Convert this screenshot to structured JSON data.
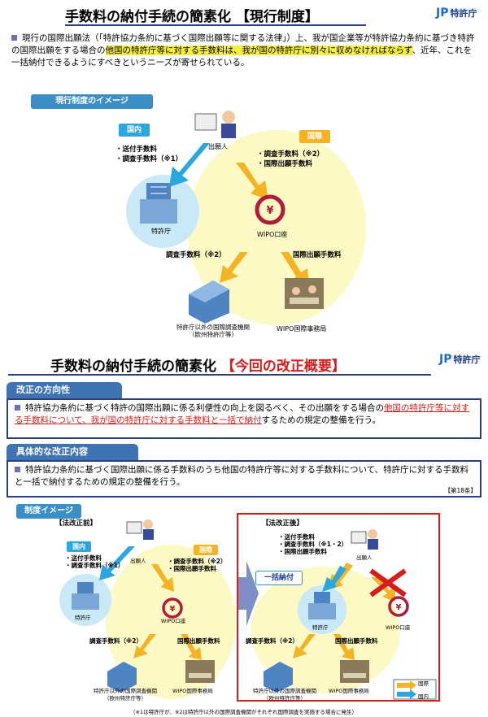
{
  "slide1": {
    "title_main": "手数料の納付手続の簡素化",
    "title_bracket": "【現行制度】",
    "logo_text": "特許庁",
    "intro_pre": "現行の国際出願法（「特許協力条約に基づく国際出願等に関する法律」）上、我が国企業等が特許協力条約に基づき特許の国際出願をする場合の",
    "intro_highlight": "他国の特許庁等に対する手数料は、我が国の特許庁に別々に収めなければならず",
    "intro_post": "、近年、これを一括納付できるようにすべきというニーズが寄せられている。",
    "image_label": "現行制度のイメージ",
    "domestic_tag": "国内",
    "international_tag": "国際",
    "domestic_fees": [
      "・送付手数料",
      "・調査手数料（※1）"
    ],
    "international_fees": [
      "・調査手数料（※2）",
      "・国際出願手数料"
    ],
    "applicant": "出願人",
    "jpo": "特許庁",
    "wipo_account": "WIPO口座",
    "search_fee": "調査手数料（※2）",
    "intl_filing_fee": "国際出願手数料",
    "isa_line1": "特許庁以外の国際調査機関",
    "isa_line2": "（欧州特許庁等）",
    "ib": "WIPO国際事務局"
  },
  "slide2": {
    "title_main": "手数料の納付手続の簡素化",
    "title_bracket": "【今回の改正概要】",
    "logo_text": "特許庁",
    "direction_head": "改正の方向性",
    "direction_pre": "特許協力条約に基づく特許の国際出願に係る利便性の向上を図るべく、その出願をする場合の",
    "direction_red": "他国の特許庁等に対する手数料について、我が国の特許庁に対する手数料と一括で納付",
    "direction_post": "するための規定の整備を行う。",
    "content_head": "具体的な改正内容",
    "content_text": "特許協力条約に基づく国際出願に係る手数料のうち他国の特許庁等に対する手数料について、特許庁に対する手数料と一括で納付するための規定の整備を行う。",
    "article": "【第18条】",
    "image_label": "制度イメージ",
    "before_label": "【法改正前】",
    "after_label": "【法改正後】",
    "domestic_tag": "国内",
    "international_tag": "国際",
    "domestic_fees": [
      "・送付手数料",
      "・調査手数料（※1）"
    ],
    "international_fees": [
      "・調査手数料（※2）",
      "・国際出願手数料"
    ],
    "after_fees": [
      "・送付手数料",
      "・調査手数料（※1・2）",
      "・国際出願手数料"
    ],
    "applicant": "出願人",
    "jpo": "特許庁",
    "wipo_account": "WIPO口座",
    "search_fee": "調査手数料（※2）",
    "intl_filing_fee": "国際出願手数料",
    "isa_line1": "特許庁以外の国際調査機関",
    "isa_line2": "（欧州特許庁等）",
    "ib": "WIPO国際事務局",
    "lump_sum": "一括納付",
    "legend_intl": "国際",
    "legend_domestic": "国内",
    "footnote": "（※1は特許庁が、※2は特許庁以外の国際調査機関がそれぞれ国際調査を実施する場合に発生）"
  },
  "colors": {
    "domestic": "#2aa6e0",
    "international": "#f5b324",
    "navy": "#2d3f7c",
    "red": "#d81c1c",
    "head_blue": "#3e73b4",
    "light_yellow": "#fdf9c4"
  }
}
